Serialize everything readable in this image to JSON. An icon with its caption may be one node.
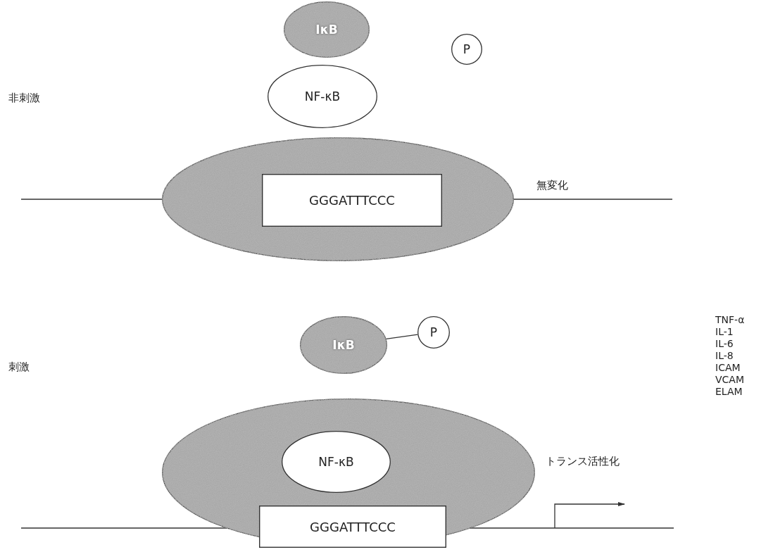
{
  "diagram": {
    "nodes": [
      {
        "text": [
          "IκB"
        ]
      },
      {
        "text": [
          "P"
        ]
      },
      {
        "text": [
          "NF-κB"
        ]
      },
      {
        "text": [],
        "shape": "ellipse"
      },
      {
        "text": [
          "GGGATTTCCC"
        ],
        "in": 3
      },
      {
        "text": [
          "IκB"
        ]
      },
      {
        "text": [
          "P"
        ]
      },
      {
        "text": [],
        "shape": "ellipse"
      },
      {
        "text": [
          "NF-κB"
        ],
        "in": 7
      },
      {
        "text": [
          "GGGATTTCCC"
        ],
        "in": 7
      }
    ],
    "edges": [
      {
        "from": 5,
        "to": 6,
        "arrow": "none"
      }
    ],
    "labels": [
      "非刺激",
      "無変化",
      "刺激",
      "TNF-α",
      "IL-1",
      "IL-6",
      "IL-8",
      "ICAM",
      "VCAM",
      "ELAM",
      "トランス活性化"
    ]
  }
}
